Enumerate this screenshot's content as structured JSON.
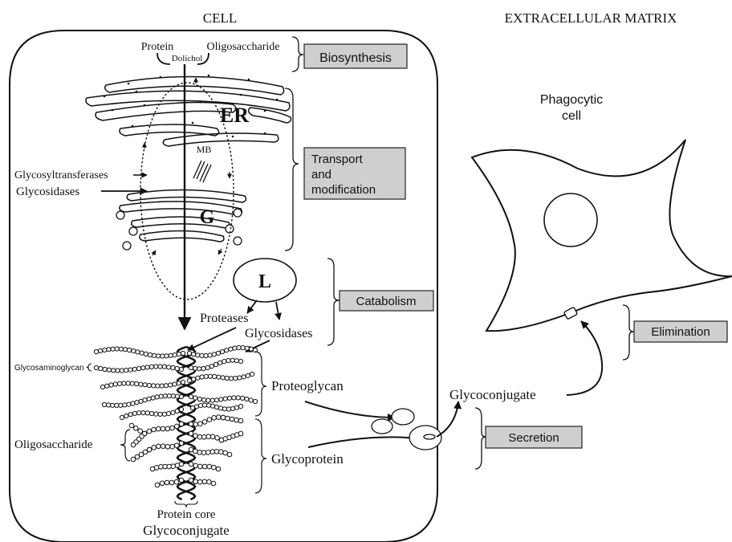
{
  "regions": {
    "cell": "CELL",
    "extracellular": "EXTRACELLULAR MATRIX"
  },
  "stages": {
    "biosynthesis": "Biosynthesis",
    "transport_1": "Transport",
    "transport_2": "and",
    "transport_3": "modification",
    "catabolism": "Catabolism",
    "secretion": "Secretion",
    "elimination": "Elimination"
  },
  "labels": {
    "protein": "Protein",
    "oligosaccharide_top": "Oligosaccharide",
    "dolichol": "Dolichol",
    "er": "ER",
    "mb": "MB",
    "golgi": "G",
    "glycosyltransferases": "Glycosyltransferases",
    "glycosidases_left": "Glycosidases",
    "lysosome": "L",
    "proteases": "Proteases",
    "glycosidases_lower": "Glycosidases",
    "glycosaminoglycan": "Glycosaminoglycan",
    "proteoglycan": "Proteoglycan",
    "oligosaccharide_lower": "Oligosaccharide",
    "glycoprotein": "Glycoprotein",
    "protein_core": "Protein core",
    "glycoconjugate_bottom": "Glycoconjugate",
    "glycoconjugate_ecm": "Glycoconjugate",
    "phagocytic_1": "Phagocytic",
    "phagocytic_2": "cell"
  },
  "colors": {
    "stage_fill": "#cfcfcf",
    "line": "#111111"
  }
}
